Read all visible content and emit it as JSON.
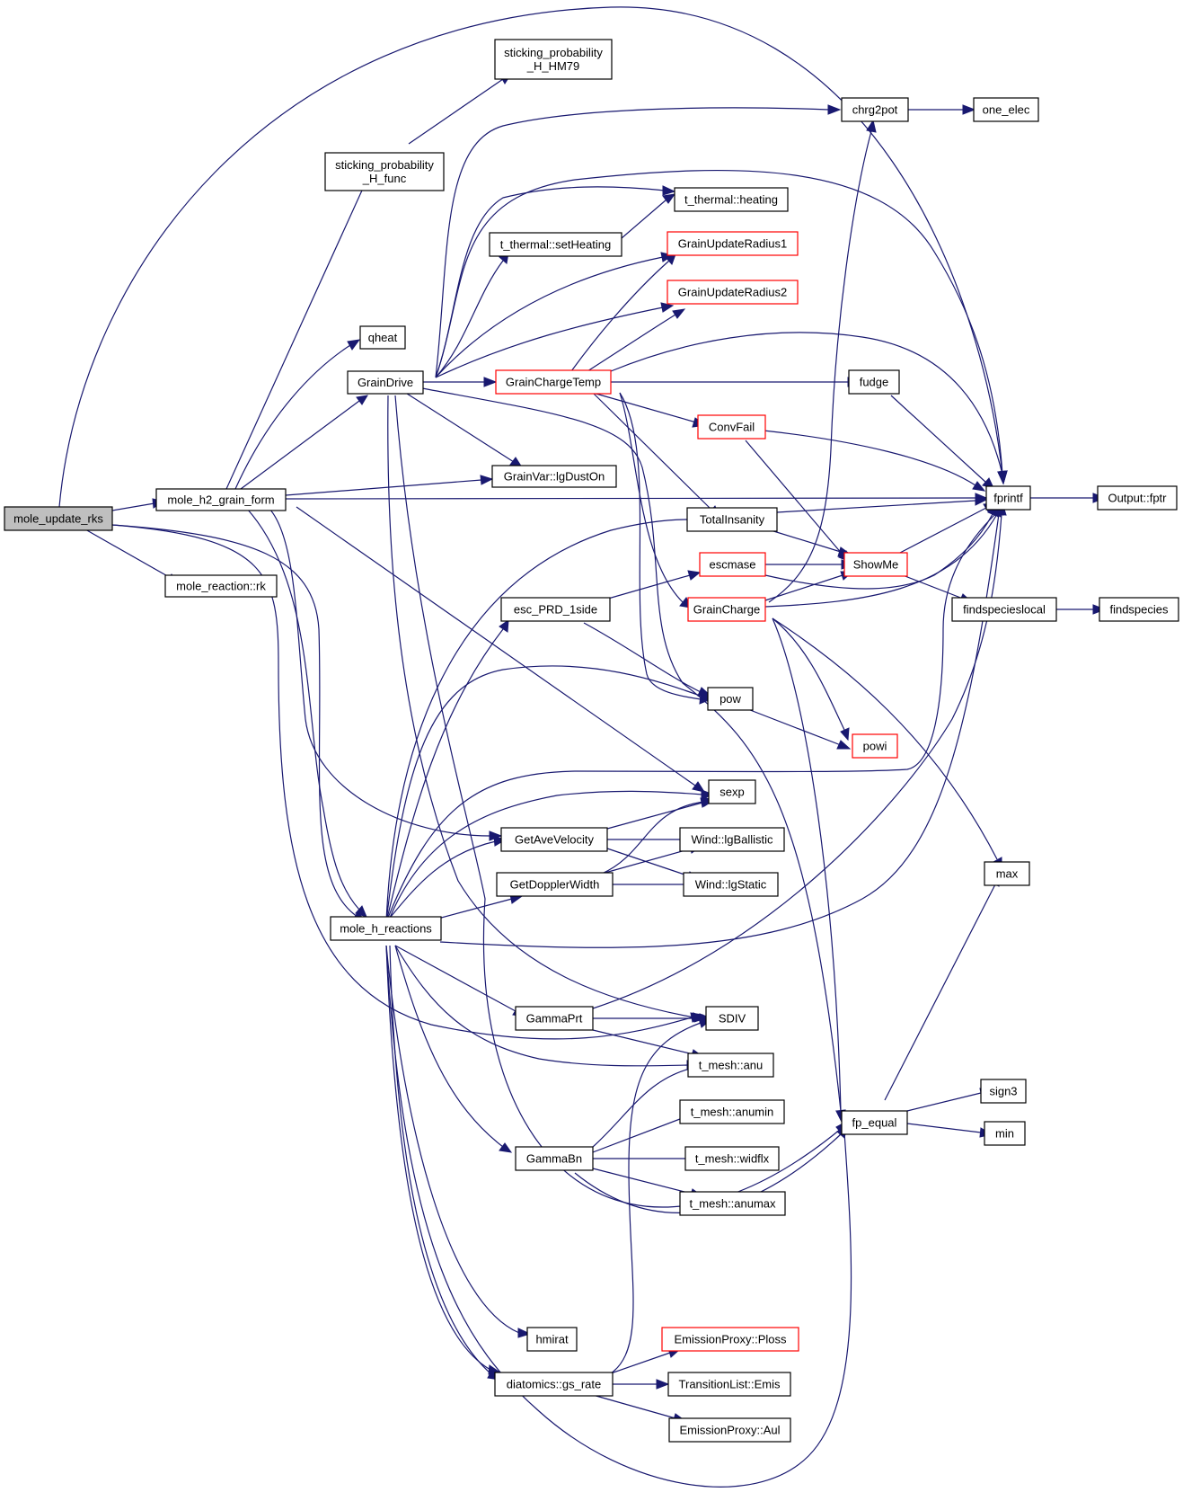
{
  "nodes": [
    {
      "id": "n0",
      "label": [
        "mole_update_rks"
      ],
      "root": true
    },
    {
      "id": "n1",
      "label": [
        "mole_h2_grain_form"
      ]
    },
    {
      "id": "n2",
      "label": [
        "mole_reaction::rk"
      ]
    },
    {
      "id": "n3",
      "label": [
        "sticking_probability",
        "_H_HM79"
      ]
    },
    {
      "id": "n4",
      "label": [
        "sticking_probability",
        "_H_func"
      ]
    },
    {
      "id": "n5",
      "label": [
        "qheat"
      ]
    },
    {
      "id": "n6",
      "label": [
        "GrainDrive"
      ]
    },
    {
      "id": "n7",
      "label": [
        "GrainVar::lgDustOn"
      ]
    },
    {
      "id": "n8",
      "label": [
        "mole_h_reactions"
      ]
    },
    {
      "id": "n9",
      "label": [
        "chrg2pot"
      ]
    },
    {
      "id": "n10",
      "label": [
        "one_elec"
      ]
    },
    {
      "id": "n11",
      "label": [
        "t_thermal::heating"
      ]
    },
    {
      "id": "n12",
      "label": [
        "t_thermal::setHeating"
      ]
    },
    {
      "id": "n13",
      "label": [
        "GrainUpdateRadius1"
      ],
      "red": true
    },
    {
      "id": "n14",
      "label": [
        "GrainUpdateRadius2"
      ],
      "red": true
    },
    {
      "id": "n15",
      "label": [
        "GrainChargeTemp"
      ],
      "red": true
    },
    {
      "id": "n16",
      "label": [
        "fudge"
      ]
    },
    {
      "id": "n17",
      "label": [
        "ConvFail"
      ],
      "red": true
    },
    {
      "id": "n18",
      "label": [
        "fprintf"
      ]
    },
    {
      "id": "n19",
      "label": [
        "Output::fptr"
      ]
    },
    {
      "id": "n20",
      "label": [
        "TotalInsanity"
      ]
    },
    {
      "id": "n21",
      "label": [
        "escmase"
      ],
      "red": true
    },
    {
      "id": "n22",
      "label": [
        "ShowMe"
      ],
      "red": true
    },
    {
      "id": "n23",
      "label": [
        "esc_PRD_1side"
      ]
    },
    {
      "id": "n24",
      "label": [
        "GrainCharge"
      ],
      "red": true
    },
    {
      "id": "n25",
      "label": [
        "findspecieslocal"
      ]
    },
    {
      "id": "n26",
      "label": [
        "findspecies"
      ]
    },
    {
      "id": "n27",
      "label": [
        "pow"
      ]
    },
    {
      "id": "n28",
      "label": [
        "powi"
      ],
      "red": true
    },
    {
      "id": "n29",
      "label": [
        "sexp"
      ]
    },
    {
      "id": "n30",
      "label": [
        "GetAveVelocity"
      ]
    },
    {
      "id": "n31",
      "label": [
        "Wind::lgBallistic"
      ]
    },
    {
      "id": "n32",
      "label": [
        "GetDopplerWidth"
      ]
    },
    {
      "id": "n33",
      "label": [
        "Wind::lgStatic"
      ]
    },
    {
      "id": "n34",
      "label": [
        "max"
      ]
    },
    {
      "id": "n35",
      "label": [
        "GammaPrt"
      ]
    },
    {
      "id": "n36",
      "label": [
        "SDIV"
      ]
    },
    {
      "id": "n37",
      "label": [
        "t_mesh::anu"
      ]
    },
    {
      "id": "n38",
      "label": [
        "t_mesh::anumin"
      ]
    },
    {
      "id": "n39",
      "label": [
        "GammaBn"
      ]
    },
    {
      "id": "n40",
      "label": [
        "t_mesh::widflx"
      ]
    },
    {
      "id": "n41",
      "label": [
        "t_mesh::anumax"
      ]
    },
    {
      "id": "n42",
      "label": [
        "fp_equal"
      ]
    },
    {
      "id": "n43",
      "label": [
        "sign3"
      ]
    },
    {
      "id": "n44",
      "label": [
        "min"
      ]
    },
    {
      "id": "n45",
      "label": [
        "hmirat"
      ]
    },
    {
      "id": "n46",
      "label": [
        "EmissionProxy::Ploss"
      ],
      "red": true
    },
    {
      "id": "n47",
      "label": [
        "diatomics::gs_rate"
      ]
    },
    {
      "id": "n48",
      "label": [
        "TransitionList::Emis"
      ]
    },
    {
      "id": "n49",
      "label": [
        "EmissionProxy::Aul"
      ]
    }
  ]
}
